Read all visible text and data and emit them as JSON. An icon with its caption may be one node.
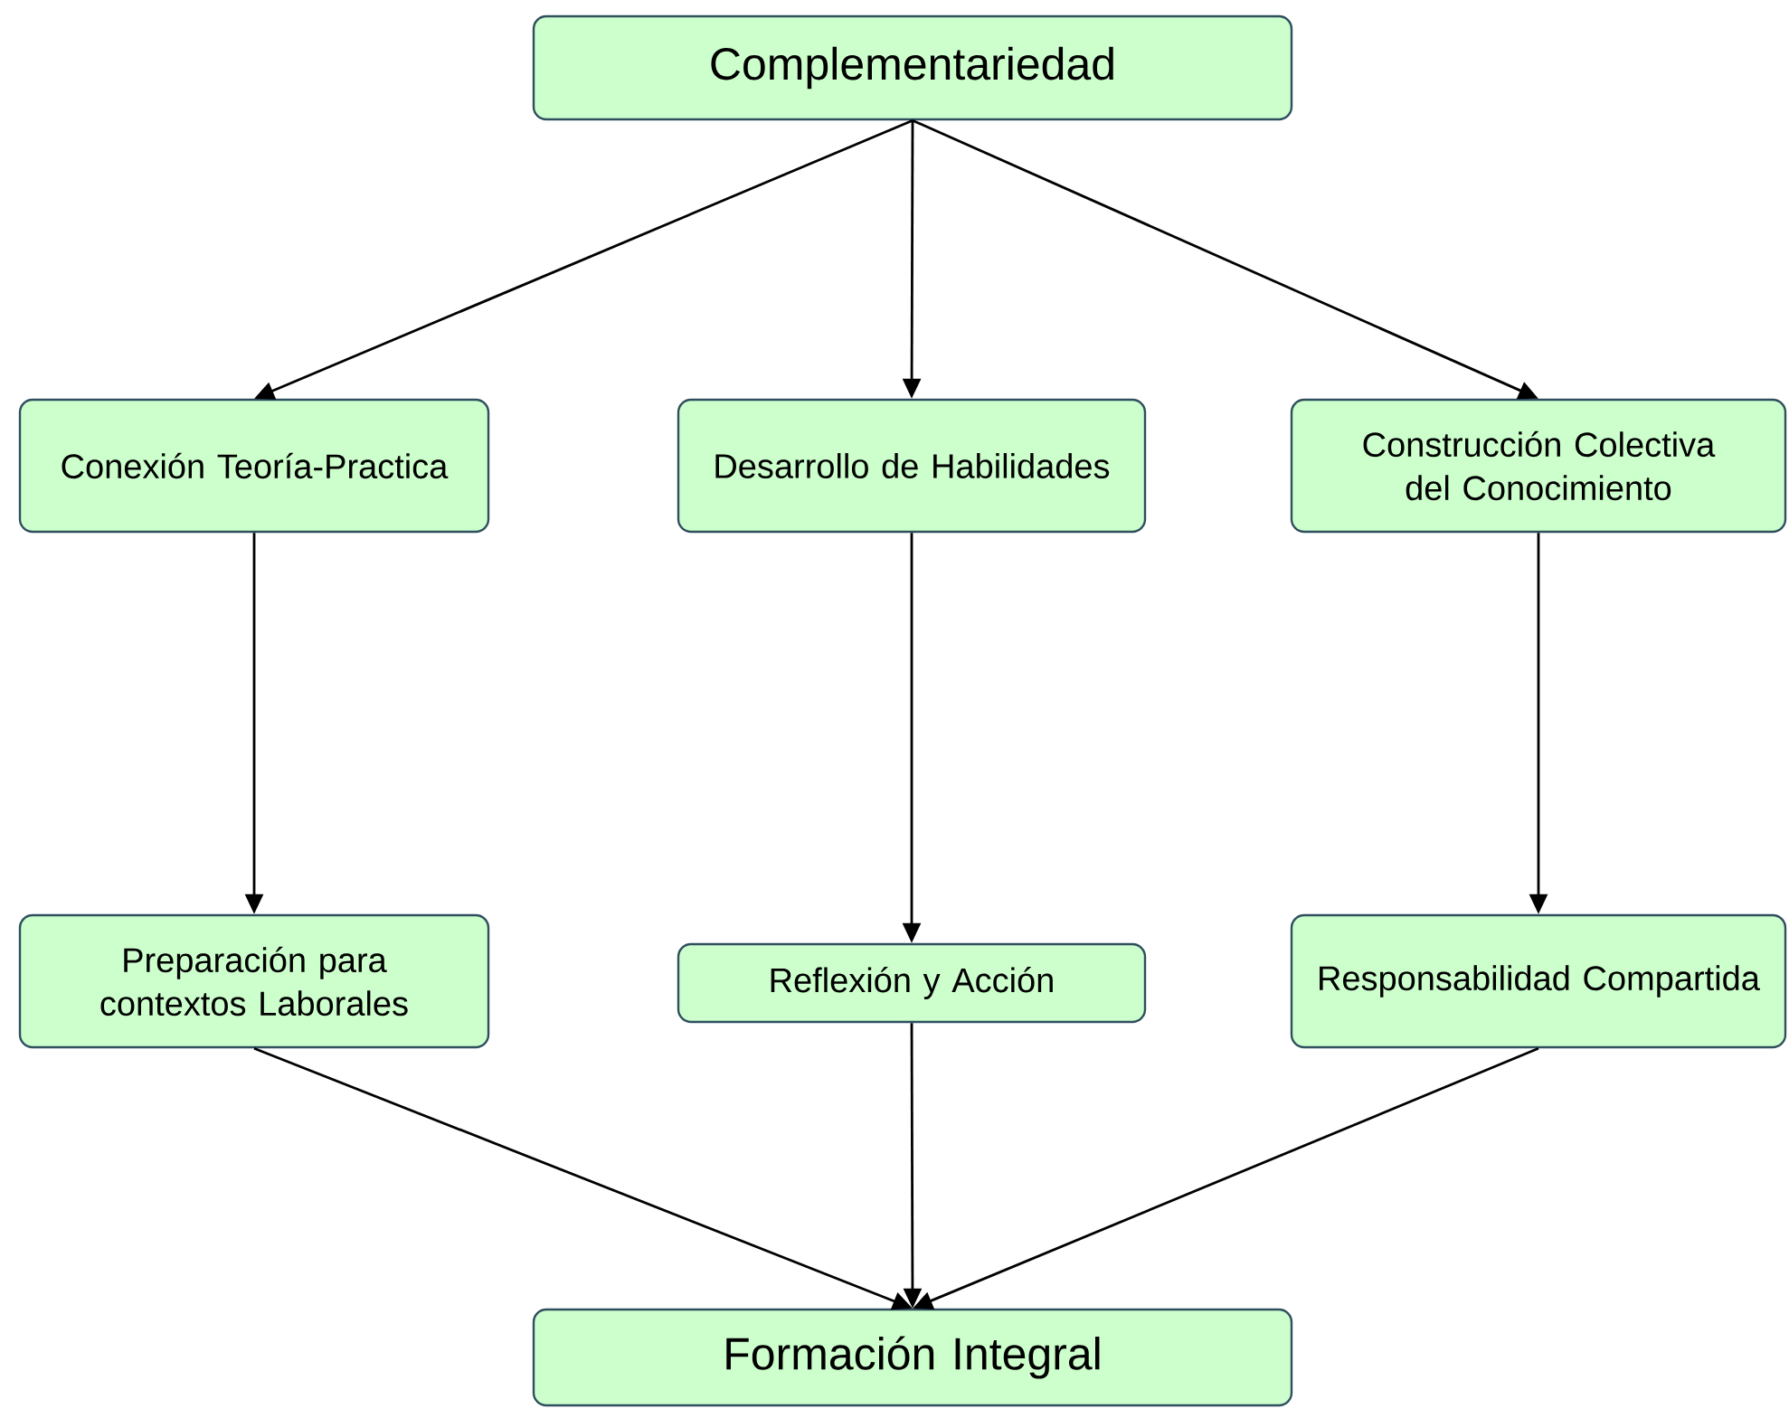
{
  "diagram": {
    "nodes": [
      {
        "text": [
          "Complementariedad"
        ]
      },
      {
        "text": [
          "Conexión Teoría-Practica"
        ]
      },
      {
        "text": [
          "Desarrollo de Habilidades"
        ]
      },
      {
        "text": [
          "Construcción Colectiva del Conocimiento"
        ]
      },
      {
        "text": [
          "Preparación para contextos Laborales"
        ]
      },
      {
        "text": [
          "Reflexión y Acción"
        ]
      },
      {
        "text": [
          "Responsabilidad Compartida"
        ]
      },
      {
        "text": [
          "Formación Integral"
        ]
      }
    ],
    "edges": [
      {
        "from": 0,
        "to": 1,
        "arrow": "to"
      },
      {
        "from": 0,
        "to": 2,
        "arrow": "to"
      },
      {
        "from": 0,
        "to": 3,
        "arrow": "to"
      },
      {
        "from": 1,
        "to": 4,
        "arrow": "to"
      },
      {
        "from": 2,
        "to": 5,
        "arrow": "to"
      },
      {
        "from": 3,
        "to": 6,
        "arrow": "to"
      },
      {
        "from": 4,
        "to": 7,
        "arrow": "to"
      },
      {
        "from": 5,
        "to": 7,
        "arrow": "to"
      },
      {
        "from": 6,
        "to": 7,
        "arrow": "to"
      }
    ]
  }
}
